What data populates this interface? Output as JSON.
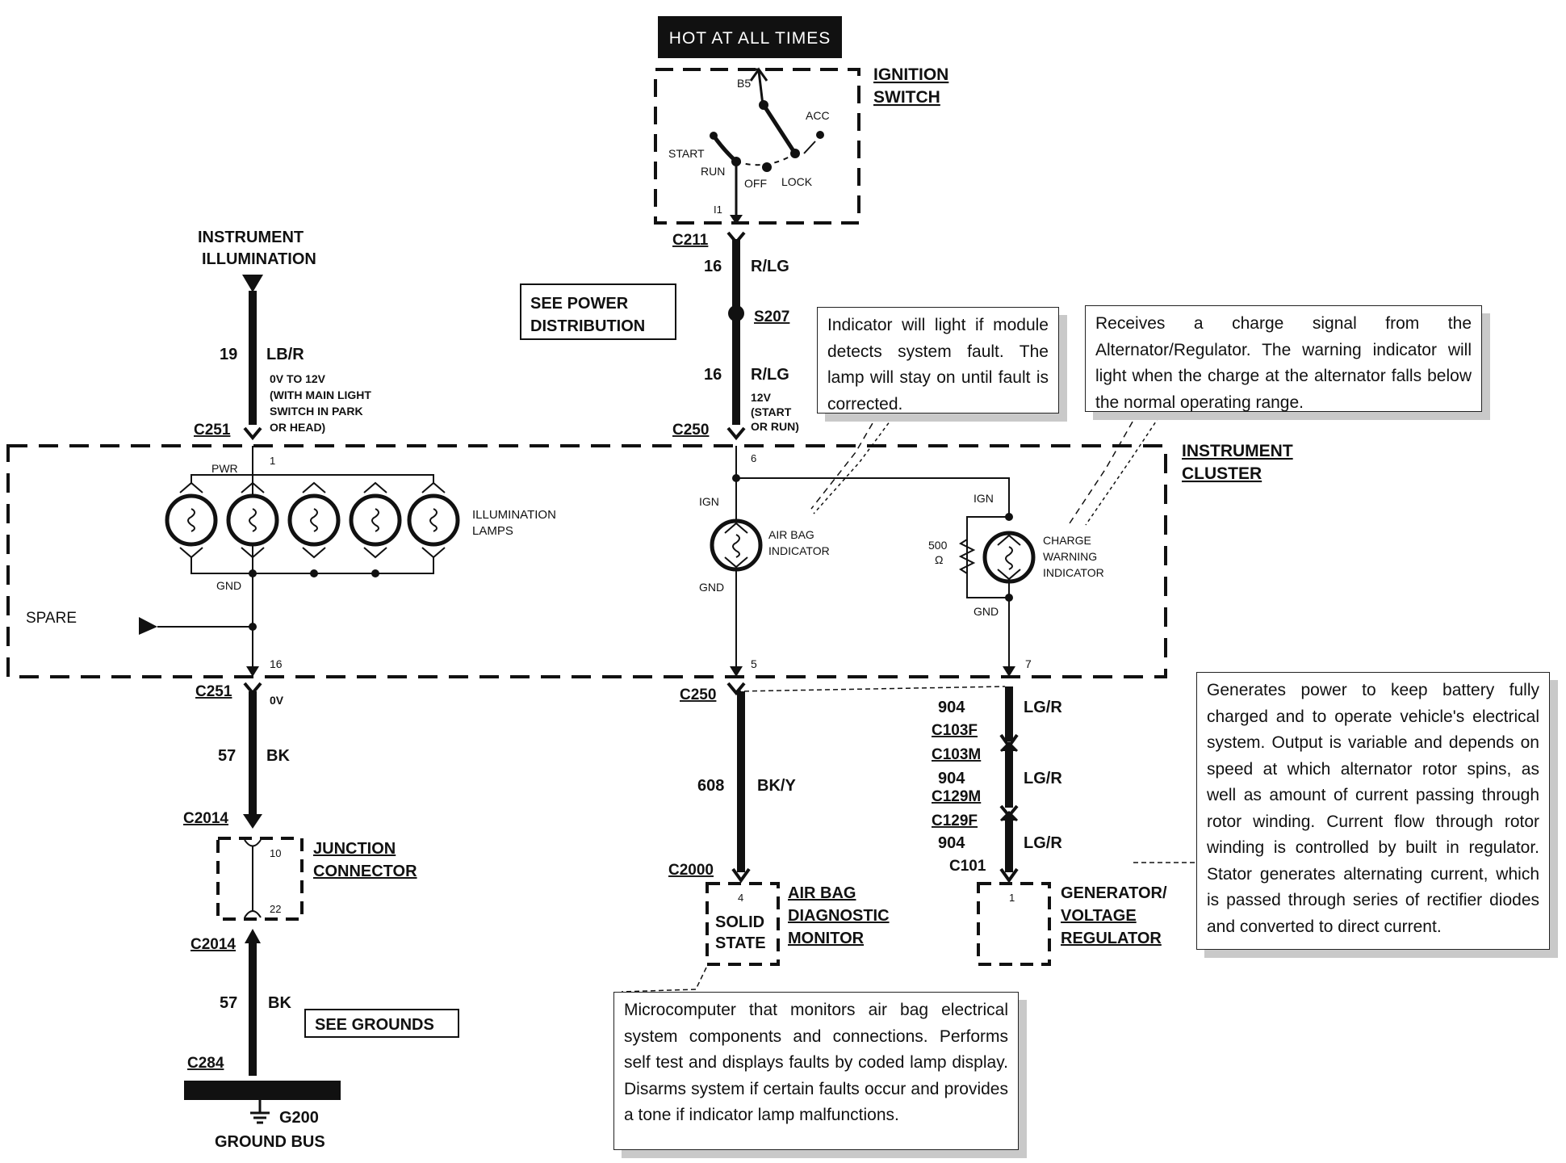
{
  "hot_at_all_times": "HOT AT ALL TIMES",
  "ignition": {
    "title1": "IGNITION",
    "title2": "SWITCH",
    "b5": "B5",
    "acc": "ACC",
    "start": "START",
    "run": "RUN",
    "off": "OFF",
    "lock": "LOCK",
    "i1": "I1"
  },
  "c211": "C211",
  "wire_16_a": {
    "num": "16",
    "color": "R/LG"
  },
  "s207": "S207",
  "wire_16_b": {
    "num": "16",
    "color": "R/LG"
  },
  "voltage_12v": [
    "12V",
    "(START",
    "OR RUN)"
  ],
  "see_power": [
    "SEE POWER",
    "DISTRIBUTION"
  ],
  "instrument_illumination": [
    "INSTRUMENT",
    "ILLUMINATION"
  ],
  "wire_19": {
    "num": "19",
    "color": "LB/R"
  },
  "voltage_0_12": [
    "0V TO 12V",
    "(WITH MAIN LIGHT",
    "SWITCH IN PARK",
    "OR HEAD)"
  ],
  "c251_top": "C251",
  "c250_top": "C250",
  "pin_1": "1",
  "pin_6": "6",
  "pwr": "PWR",
  "illumination_lamps": [
    "ILLUMINATION",
    "LAMPS"
  ],
  "gnd_illum": "GND",
  "spare": "SPARE",
  "pin_16": "16",
  "ign_airbag": "IGN",
  "airbag_indicator": [
    "AIR BAG",
    "INDICATOR"
  ],
  "gnd_airbag": "GND",
  "pin_5": "5",
  "ign_charge": "IGN",
  "resistor": [
    "500",
    "Ω"
  ],
  "charge_indicator": [
    "CHARGE",
    "WARNING",
    "INDICATOR"
  ],
  "gnd_charge": "GND",
  "pin_7": "7",
  "instrument_cluster": [
    "INSTRUMENT",
    "CLUSTER"
  ],
  "c251_bottom": "C251",
  "volt_0v": "0V",
  "wire_57_a": {
    "num": "57",
    "color": "BK"
  },
  "c2014_a": "C2014",
  "junction": [
    "JUNCTION",
    "CONNECTOR"
  ],
  "pin_10": "10",
  "pin_22": "22",
  "c2014_b": "C2014",
  "wire_57_b": {
    "num": "57",
    "color": "BK"
  },
  "see_grounds": "SEE GROUNDS",
  "c284": "C284",
  "g200": "G200",
  "ground_bus": "GROUND BUS",
  "c250_bottom": "C250",
  "wire_608": {
    "num": "608",
    "color": "BK/Y"
  },
  "c2000": "C2000",
  "pin_4": "4",
  "solid_state": [
    "SOLID",
    "STATE"
  ],
  "airbag_monitor": [
    "AIR BAG",
    "DIAGNOSTIC",
    "MONITOR"
  ],
  "wire_904_a": {
    "num": "904",
    "color": "LG/R"
  },
  "c103f": "C103F",
  "c103m": "C103M",
  "wire_904_b": {
    "num": "904",
    "color": "LG/R"
  },
  "c129m": "C129M",
  "c129f": "C129F",
  "wire_904_c": {
    "num": "904",
    "color": "LG/R"
  },
  "c101": "C101",
  "pin_gen_1": "1",
  "generator": [
    "GENERATOR/",
    "VOLTAGE",
    "REGULATOR"
  ],
  "notes": {
    "airbag_indicator": "Indicator will light if module detects system fault. The lamp will stay on until fault is corrected.",
    "charge": "Receives a charge signal from the Alternator/Regulator. The warning indicator will light when the charge at the alternator falls below the normal operating range.",
    "generator": "Generates power to keep battery fully charged and to operate vehicle's electrical system. Output is variable and depends on speed at which alternator rotor spins, as well as amount of current passing through rotor winding. Current flow through rotor winding is controlled by built in regulator. Stator generates alternating current, which is passed through series of rectifier diodes and converted to direct current.",
    "monitor": "Microcomputer that monitors air bag electrical system components and connections. Performs self test and displays faults by coded lamp display. Disarms system if certain faults occur and provides a tone if indicator lamp malfunctions."
  }
}
